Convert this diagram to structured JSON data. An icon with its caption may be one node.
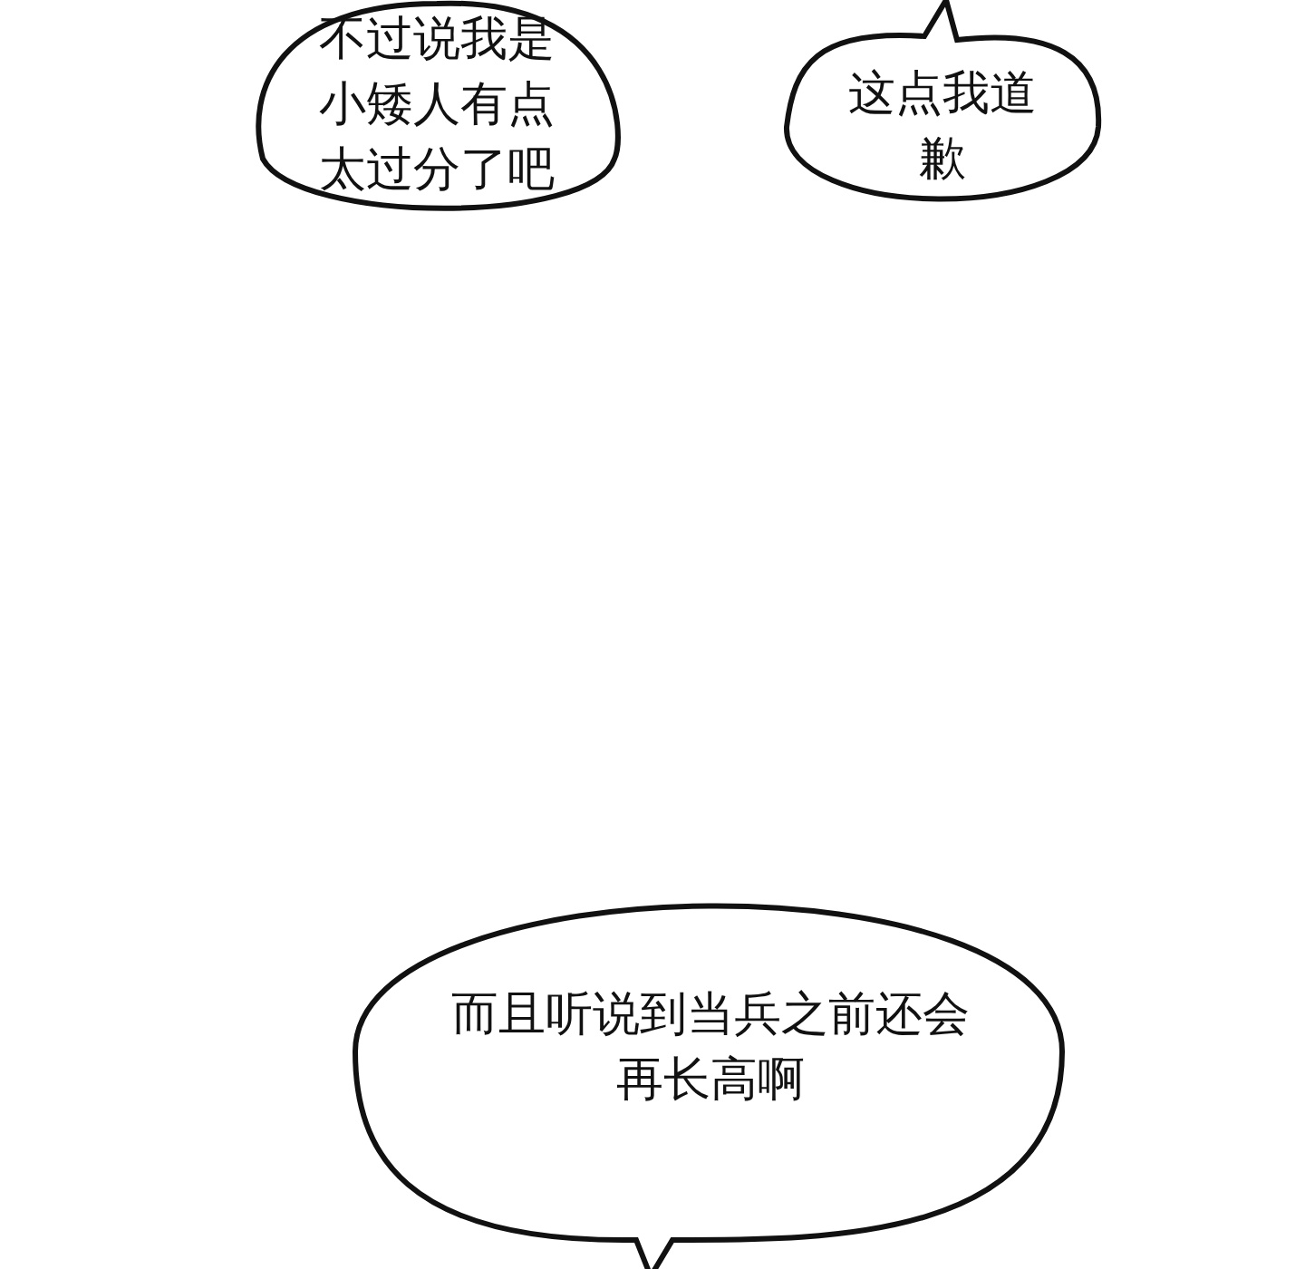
{
  "diagram": {
    "nodes": [
      {
        "text": [
          "不过说我是小矮人有点太过分了吧"
        ]
      },
      {
        "text": [
          "这点我道歉"
        ]
      },
      {
        "text": [
          "而且听说到当兵之前还会再长高啊"
        ]
      }
    ]
  }
}
